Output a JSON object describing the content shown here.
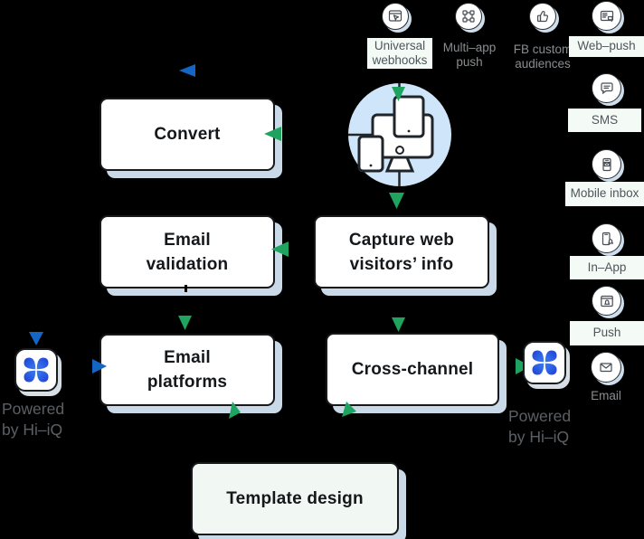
{
  "nodes": {
    "convert": {
      "label": "Convert"
    },
    "email_validation": {
      "label": "Email\nvalidation"
    },
    "capture": {
      "label": "Capture web\nvisitors’ info"
    },
    "email_platforms": {
      "label": "Email\nplatforms"
    },
    "cross_channel": {
      "label": "Cross-channel"
    },
    "template_design": {
      "label": "Template design"
    }
  },
  "sources": [
    {
      "label": "Universal webhooks",
      "icon": "browser-webhook-icon",
      "boxed": true
    },
    {
      "label": "Multi–app push",
      "icon": "connected-apps-icon",
      "boxed": false
    },
    {
      "label": "FB custom audiences",
      "icon": "thumbs-up-icon",
      "boxed": false
    }
  ],
  "channels": [
    {
      "label": "Web–push",
      "icon": "browser-notification-icon",
      "boxed": true
    },
    {
      "label": "SMS",
      "icon": "chat-bubble-icon",
      "boxed": true
    },
    {
      "label": "Mobile inbox",
      "icon": "phone-envelope-icon",
      "boxed": true
    },
    {
      "label": "In–App",
      "icon": "phone-bell-icon",
      "boxed": true
    },
    {
      "label": "Push",
      "icon": "window-bell-icon",
      "boxed": true
    },
    {
      "label": "Email",
      "icon": "envelope-icon",
      "boxed": false
    }
  ],
  "powered": {
    "left": "Powered by Hi–iQ",
    "right": "Powered by Hi–iQ"
  },
  "hub": {
    "icon": "multi-device-hub-illustration"
  },
  "colors": {
    "background": "#000000",
    "arrow_green": "#1ea45f",
    "arrow_blue": "#1565c5",
    "box_shadow": "#c9d9e7",
    "hub_circle": "#cfe6fa",
    "label_bg": "#f4faf5",
    "logo_blue_dark": "#1d3fd4",
    "logo_blue_light": "#3b7cf0"
  }
}
